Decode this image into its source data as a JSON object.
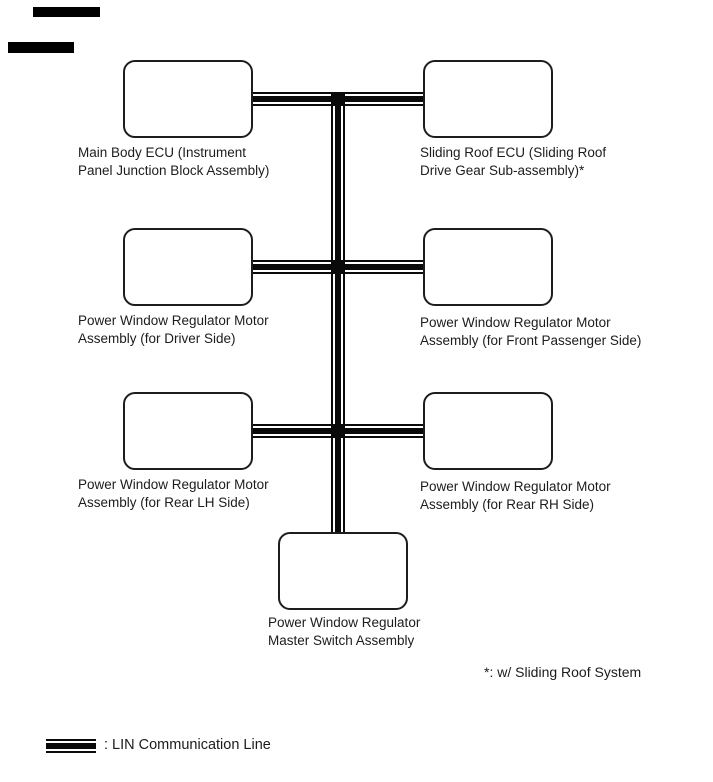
{
  "diagram": {
    "nodes": [
      {
        "id": "main-body-ecu",
        "lines": [
          "Main Body ECU (Instrument",
          "Panel Junction Block Assembly)"
        ]
      },
      {
        "id": "sliding-roof-ecu",
        "lines": [
          "Sliding Roof ECU (Sliding Roof",
          "Drive Gear Sub-assembly)*"
        ]
      },
      {
        "id": "pw-motor-driver",
        "lines": [
          "Power Window Regulator Motor",
          "Assembly (for Driver Side)"
        ]
      },
      {
        "id": "pw-motor-front-passenger",
        "lines": [
          "Power Window Regulator Motor",
          "Assembly (for Front Passenger Side)"
        ]
      },
      {
        "id": "pw-motor-rear-lh",
        "lines": [
          "Power Window Regulator Motor",
          "Assembly (for Rear LH Side)"
        ]
      },
      {
        "id": "pw-motor-rear-rh",
        "lines": [
          "Power Window Regulator Motor",
          "Assembly (for Rear RH Side)"
        ]
      },
      {
        "id": "pw-master-switch",
        "lines": [
          "Power Window Regulator",
          "Master Switch Assembly"
        ]
      }
    ],
    "bus_type": "LIN",
    "footnote": "*: w/ Sliding Roof System",
    "legend": {
      "label": ": LIN Communication Line"
    },
    "colors": {
      "line": "#000000",
      "text": "#1a1a1a",
      "background": "#ffffff"
    }
  }
}
